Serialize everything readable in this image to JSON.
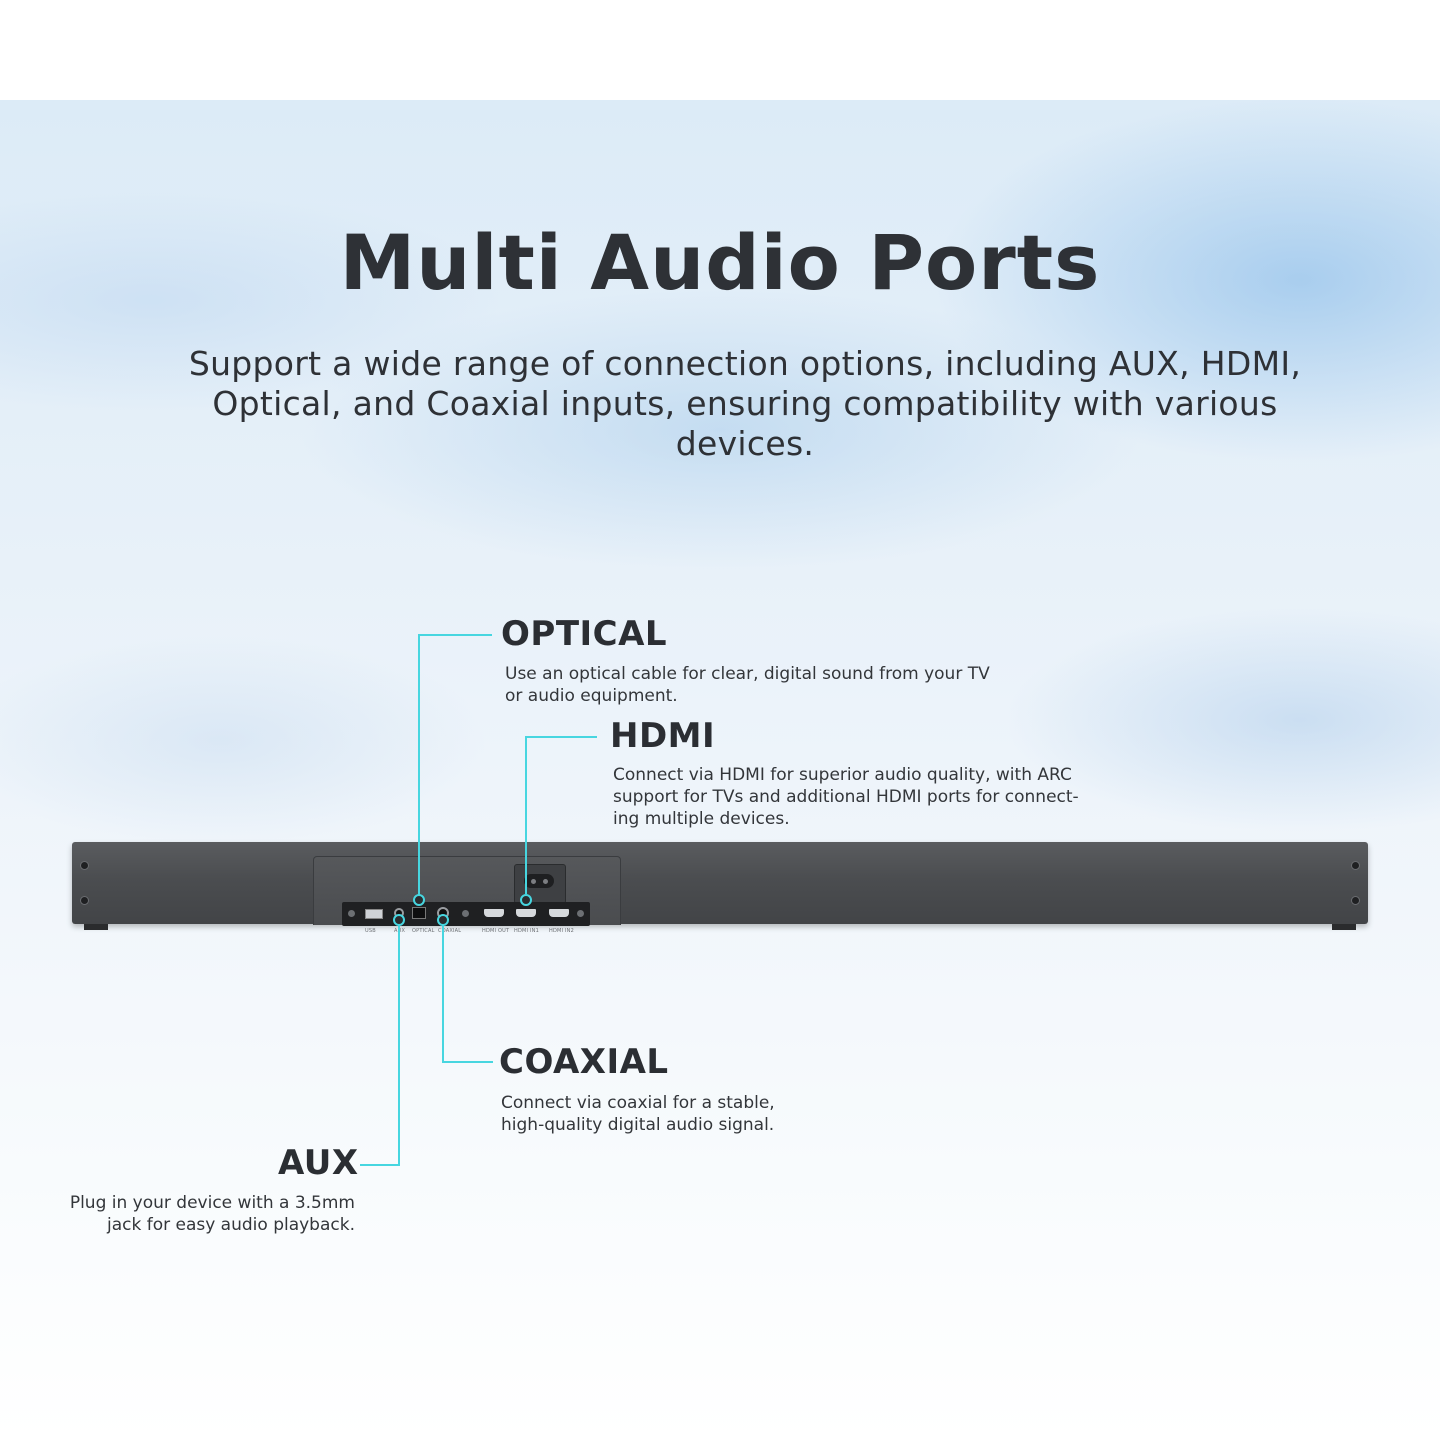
{
  "title": "Multi Audio Ports",
  "subtitle": {
    "line1": "Support a wide range of connection options, including AUX, HDMI,",
    "line2": "Optical, and Coaxial inputs, ensuring compatibility with various",
    "line3": "devices."
  },
  "callouts": {
    "optical": {
      "title": "OPTICAL",
      "desc_line1": "Use an optical cable for clear, digital sound from your TV",
      "desc_line2": "or audio equipment."
    },
    "hdmi": {
      "title": "HDMI",
      "desc_line1": "Connect via HDMI for superior audio quality, with ARC",
      "desc_line2": "support for TVs and additional HDMI ports for connect-",
      "desc_line3": "ing multiple devices."
    },
    "coaxial": {
      "title": "COAXIAL",
      "desc_line1": "Connect via coaxial for a stable,",
      "desc_line2": "high-quality digital audio signal."
    },
    "aux": {
      "title": "AUX",
      "desc_line1": "Plug in your device with a 3.5mm",
      "desc_line2": "jack for easy audio playback."
    }
  },
  "port_labels": {
    "usb": "USB",
    "aux": "AUX",
    "optical": "OPTICAL",
    "coaxial": "COAXIAL",
    "hdmi_out": "HDMI OUT",
    "hdmi_in1": "HDMI IN1",
    "hdmi_in2": "HDMI IN2"
  },
  "colors": {
    "accent_line": "#47d6e0",
    "text_dark": "#2b2e33",
    "soundbar": "#4b4d50"
  }
}
